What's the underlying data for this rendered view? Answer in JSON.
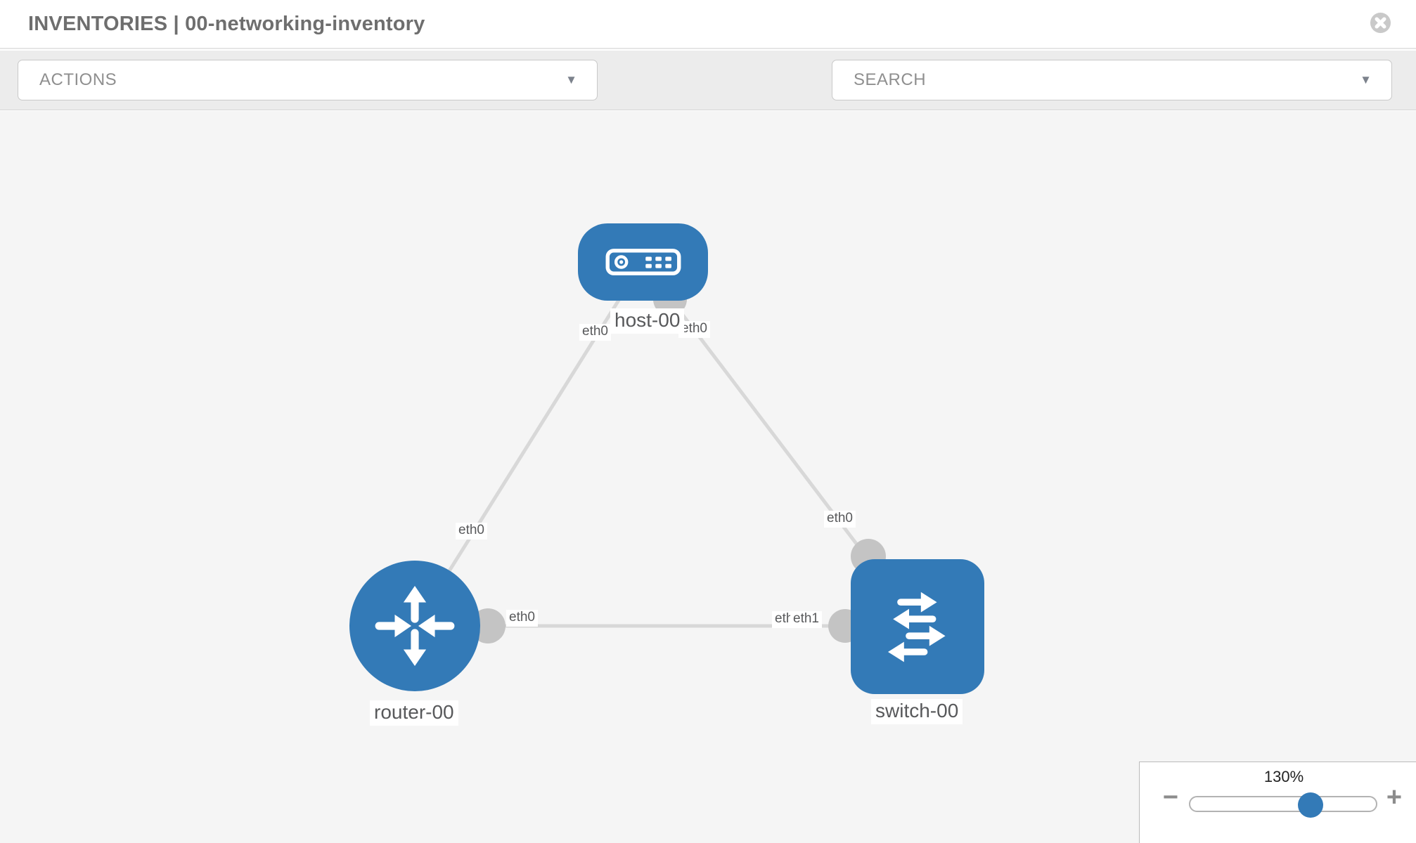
{
  "header": {
    "title": "INVENTORIES | 00-networking-inventory",
    "close_icon": "circle-x-icon"
  },
  "toolbar": {
    "actions_label": "ACTIONS",
    "search_placeholder": "SEARCH",
    "wrench_icon": "wrench-icon",
    "key_icon": "key-icon"
  },
  "icons": {
    "caret_down": "▼"
  },
  "topology": {
    "nodes": {
      "host": "host-00",
      "router": "router-00",
      "switch": "switch-00"
    },
    "interfaces": {
      "host_left": "eth0",
      "host_right": "eth0",
      "router_uplink": "eth0",
      "switch_uplink": "eth0",
      "router_right": "eth0",
      "switch_left_back": "eth0",
      "switch_left_front": "eth1"
    },
    "links": [
      {
        "from": "host-00",
        "from_if": "eth0",
        "to": "router-00",
        "to_if": "eth0"
      },
      {
        "from": "host-00",
        "from_if": "eth0",
        "to": "switch-00",
        "to_if": "eth0"
      },
      {
        "from": "router-00",
        "from_if": "eth0",
        "to": "switch-00",
        "to_if": "eth1"
      }
    ]
  },
  "zoom_control": {
    "level": "130%",
    "minus_label": "−",
    "plus_label": "+"
  },
  "colors": {
    "node_blue": "#337ab7",
    "link_gray": "#d8d8d8",
    "port_gray": "#c4c4c4",
    "canvas_bg": "#f5f5f5",
    "toolbar_bg": "#ececec"
  }
}
